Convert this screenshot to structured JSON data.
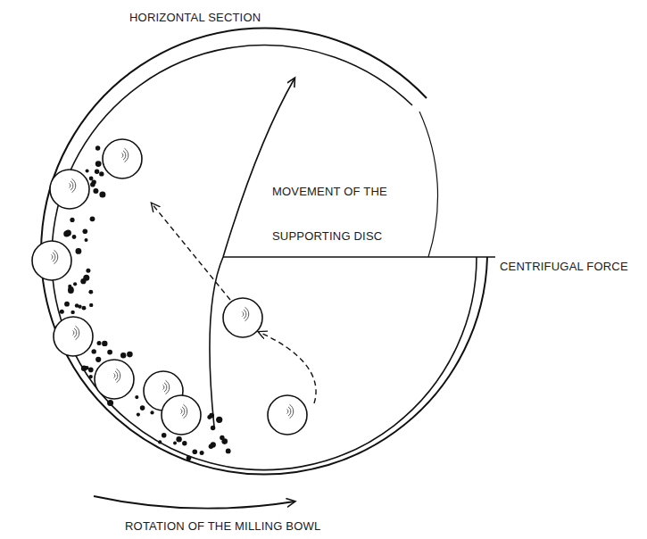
{
  "diagram": {
    "title": "HORIZONTAL SECTION",
    "labels": [
      "MOVEMENT OF THE SUPPORTING DISC",
      "CENTRIFUGAL FORCE",
      "ROTATION OF THE MILLING BOWL"
    ]
  }
}
